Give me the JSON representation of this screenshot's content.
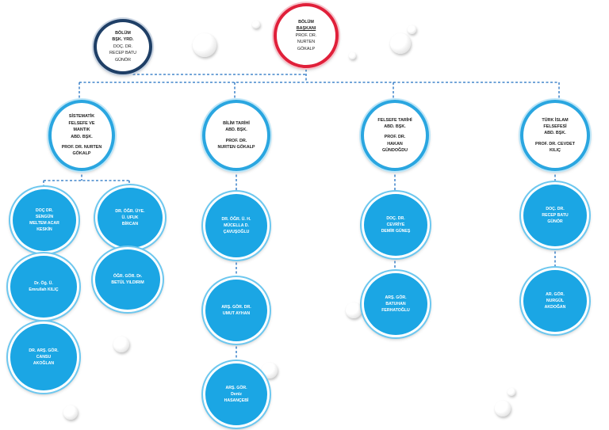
{
  "head": {
    "l1": "BÖLÜM",
    "l2": "BAŞKANI",
    "l3": "PROF. DR.",
    "l4": "NURTEN",
    "l5": "GÖKALP"
  },
  "deputy": {
    "l1": "BÖLÜM",
    "l2": "BŞK. YRD.",
    "l3": "DOÇ. DR.",
    "l4": "RECEP BATU",
    "l5": "GÜNÖR"
  },
  "departments": [
    {
      "l1": "SİSTEMATİK",
      "l2": "FELSEFE VE",
      "l3": "MANTIK",
      "l4": "ABD. BŞK.",
      "l5": "PROF. DR. NURTEN",
      "l6": "GÖKALP"
    },
    {
      "l1": "BİLİM TARİHİ",
      "l2": "ABD. BŞK.",
      "l3": "PROF. DR.",
      "l4": "NURTEN GÖKALP"
    },
    {
      "l1": "FELSEFE TARİHİ",
      "l2": "ABD. BŞK.",
      "l3": "PROF. DR.",
      "l4": "HAKAN",
      "l5": "GÜNDOĞDU"
    },
    {
      "l1": "TÜRK İSLAM",
      "l2": "FELSEFESİ",
      "l3": "ABD. BŞK.",
      "l4": "PROF. DR. CEVDET",
      "l5": "KILIÇ"
    }
  ],
  "staff": {
    "s1": {
      "l1": "DOÇ DR.",
      "l2": "SENGÜN",
      "l3": "MELTEM ACAR",
      "l4": "KESKİN"
    },
    "s2": {
      "l1": "DR. ÖĞR. ÜYE.",
      "l2": "Ü. UFUK",
      "l3": "BİRCAN"
    },
    "s3": {
      "l1": "Dr. Öğ. Ü.",
      "l2": "Emrullah KILIÇ"
    },
    "s4": {
      "l1": "ÖĞR. GÖR. Dr.",
      "l2": "BETÜL YILDIRIM"
    },
    "s5": {
      "l1": "DR. ARŞ. GÖR.",
      "l2": "CANSU",
      "l3": "AKOĞLAN"
    },
    "s6": {
      "l1": "DR. ÖĞR. Ü. H.",
      "l2": "MÜCELLA D.",
      "l3": "ÇAVUŞOĞLU"
    },
    "s7": {
      "l1": "ARŞ. GÖR. DR.",
      "l2": "UMUT AYHAN"
    },
    "s8": {
      "l1": "ARŞ. GÖR.",
      "l2": "Deniz",
      "l3": "HASANÇEBİ"
    },
    "s9": {
      "l1": "DOÇ. DR.",
      "l2": "CEVRİYE",
      "l3": "DEMİR GÜNEŞ"
    },
    "s10": {
      "l1": "ARŞ. GÖR.",
      "l2": "BATUHAN",
      "l3": "FERHATOĞLU"
    },
    "s11": {
      "l1": "DOÇ. DR.",
      "l2": "RECEP BATU",
      "l3": "GÜNÖR"
    },
    "s12": {
      "l1": "AR. GÖR.",
      "l2": "NURGÜL",
      "l3": "AKDOĞAN"
    }
  },
  "colors": {
    "line": "#1f6fc1",
    "ring": "#2aa6e0",
    "head_ring": "#e0203a",
    "deputy_ring": "#1f3f66",
    "fill": "#1ba6e4"
  }
}
